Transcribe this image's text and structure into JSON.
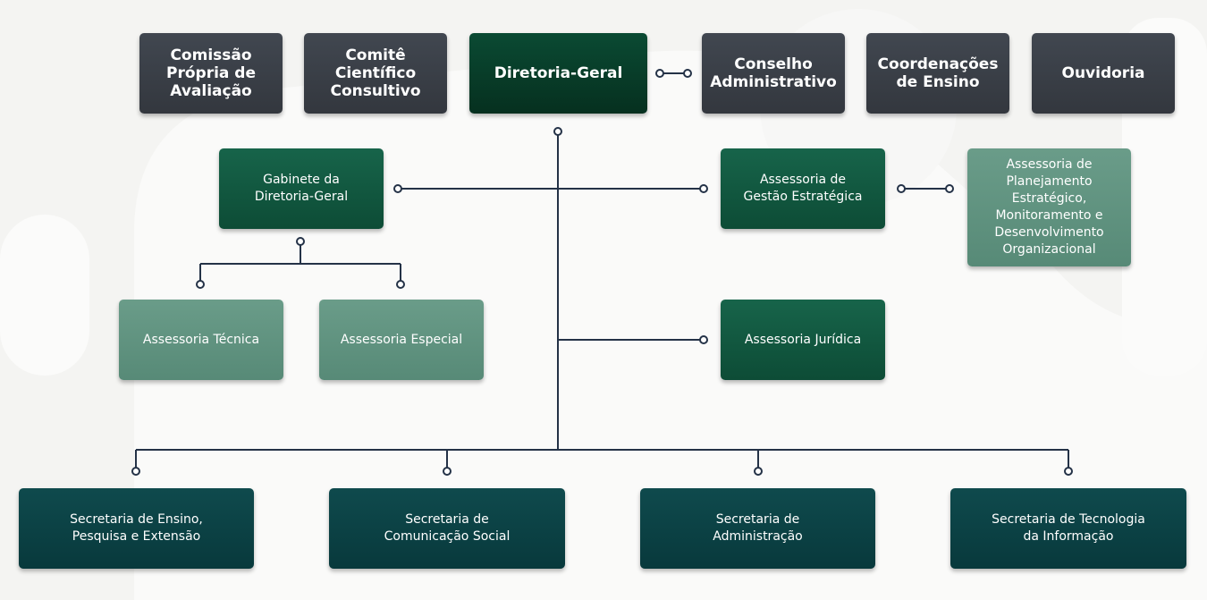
{
  "colors": {
    "top_box": "#393d44",
    "directorate_box": "#08402b",
    "advisory_green": "#125a41",
    "advisory_light": "#5f937f",
    "secretariat_teal": "#0b4244",
    "connector": "#243247",
    "background": "#f4f4f2"
  },
  "top_row": {
    "comissao": "Comissão\nPrópria de\nAvaliação",
    "comite": "Comitê\nCientífico\nConsultivo",
    "diretoria_geral": "Diretoria-Geral",
    "conselho": "Conselho\nAdministrativo",
    "coordenacoes": "Coordenações\nde Ensino",
    "ouvidoria": "Ouvidoria"
  },
  "middle": {
    "gabinete": "Gabinete da\nDiretoria-Geral",
    "gestao_estrategica": "Assessoria de\nGestão Estratégica",
    "planejamento": "Assessoria de\nPlanejamento\nEstratégico,\nMonitoramento e\nDesenvolvimento\nOrganizacional",
    "tecnica": "Assessoria Técnica",
    "especial": "Assessoria Especial",
    "juridica": "Assessoria Jurídica"
  },
  "secretarias": {
    "ensino": "Secretaria de Ensino,\nPesquisa e Extensão",
    "comunicacao": "Secretaria de\nComunicação Social",
    "administracao": "Secretaria de\nAdministração",
    "tecnologia": "Secretaria de Tecnologia\nda Informação"
  }
}
